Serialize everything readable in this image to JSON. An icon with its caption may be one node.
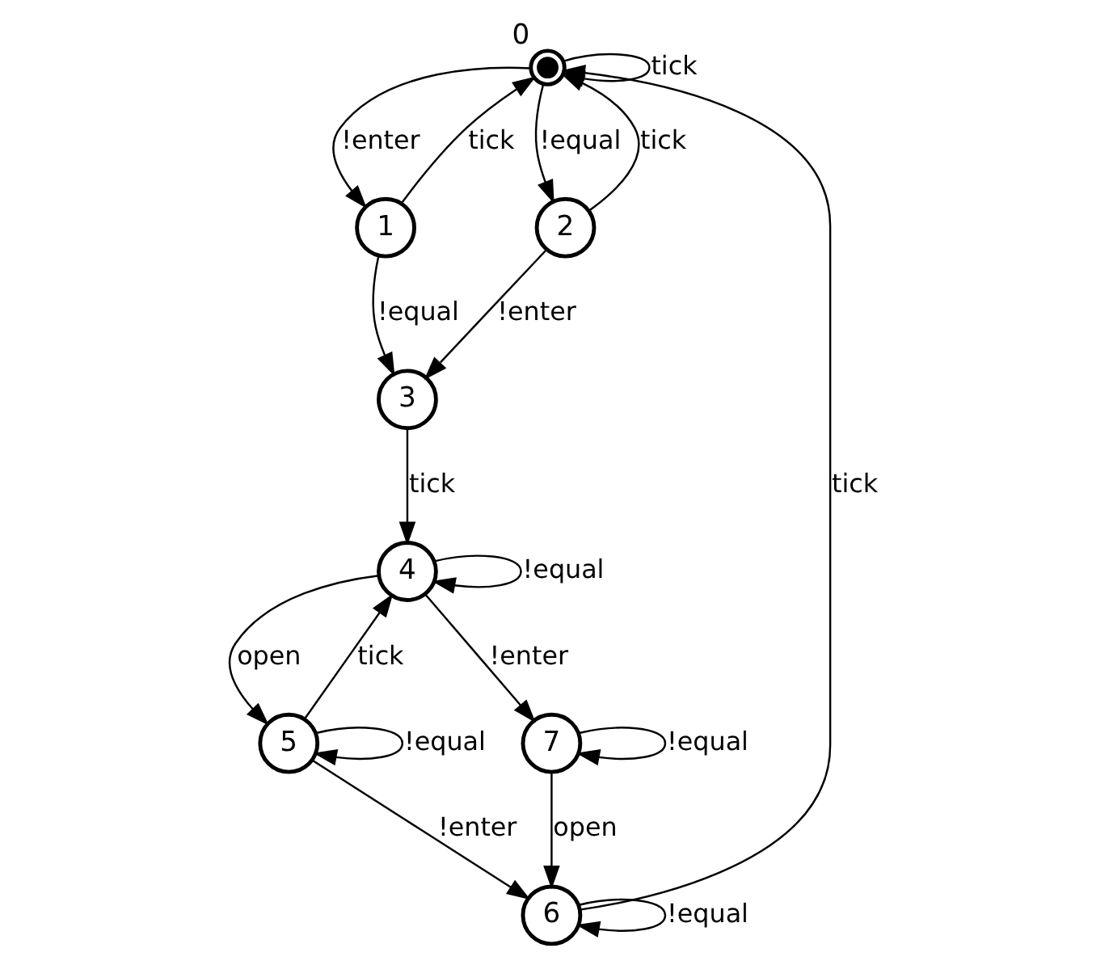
{
  "diagram": {
    "nodes": [
      {
        "text": [],
        "shape": "circle",
        "beside": [
          "0"
        ]
      },
      {
        "text": [
          "1"
        ]
      },
      {
        "text": [
          "2"
        ]
      },
      {
        "text": [
          "3"
        ]
      },
      {
        "text": [
          "4"
        ]
      },
      {
        "text": [
          "5"
        ]
      },
      {
        "text": [
          "6"
        ]
      },
      {
        "text": [
          "7"
        ]
      }
    ],
    "edges": [
      {
        "from": 1,
        "to": 0,
        "label": "tick",
        "arrow": "to"
      },
      {
        "from": 0,
        "to": 1,
        "label": "!enter",
        "arrow": "to"
      },
      {
        "from": 1,
        "to": 3,
        "label": "!equal",
        "arrow": "to"
      },
      {
        "from": 0,
        "to": 0,
        "label": "tick",
        "arrow": "to"
      },
      {
        "from": 0,
        "to": 2,
        "label": "!equal",
        "arrow": "to"
      },
      {
        "from": 2,
        "to": 3,
        "label": "!enter",
        "arrow": "to"
      },
      {
        "from": 2,
        "to": 0,
        "label": "tick",
        "arrow": "to"
      },
      {
        "from": 3,
        "to": 4,
        "label": "tick",
        "arrow": "to"
      },
      {
        "from": 6,
        "to": 0,
        "label": "tick",
        "arrow": "to"
      },
      {
        "from": 6,
        "to": 6,
        "label": "!equal",
        "arrow": "to"
      },
      {
        "from": 7,
        "to": 7,
        "label": "!equal",
        "arrow": "to"
      },
      {
        "from": 7,
        "to": 6,
        "label": "open",
        "arrow": "to"
      },
      {
        "from": 4,
        "to": 7,
        "label": "!enter",
        "arrow": "to"
      },
      {
        "from": 5,
        "to": 6,
        "label": "!enter",
        "arrow": "to"
      },
      {
        "from": 4,
        "to": 5,
        "label": "open",
        "arrow": "to"
      },
      {
        "from": 4,
        "to": 4,
        "label": "!equal",
        "arrow": "to"
      },
      {
        "from": 5,
        "to": 5,
        "label": "!equal",
        "arrow": "to"
      },
      {
        "from": 5,
        "to": 4,
        "label": "tick",
        "arrow": "to"
      }
    ]
  }
}
